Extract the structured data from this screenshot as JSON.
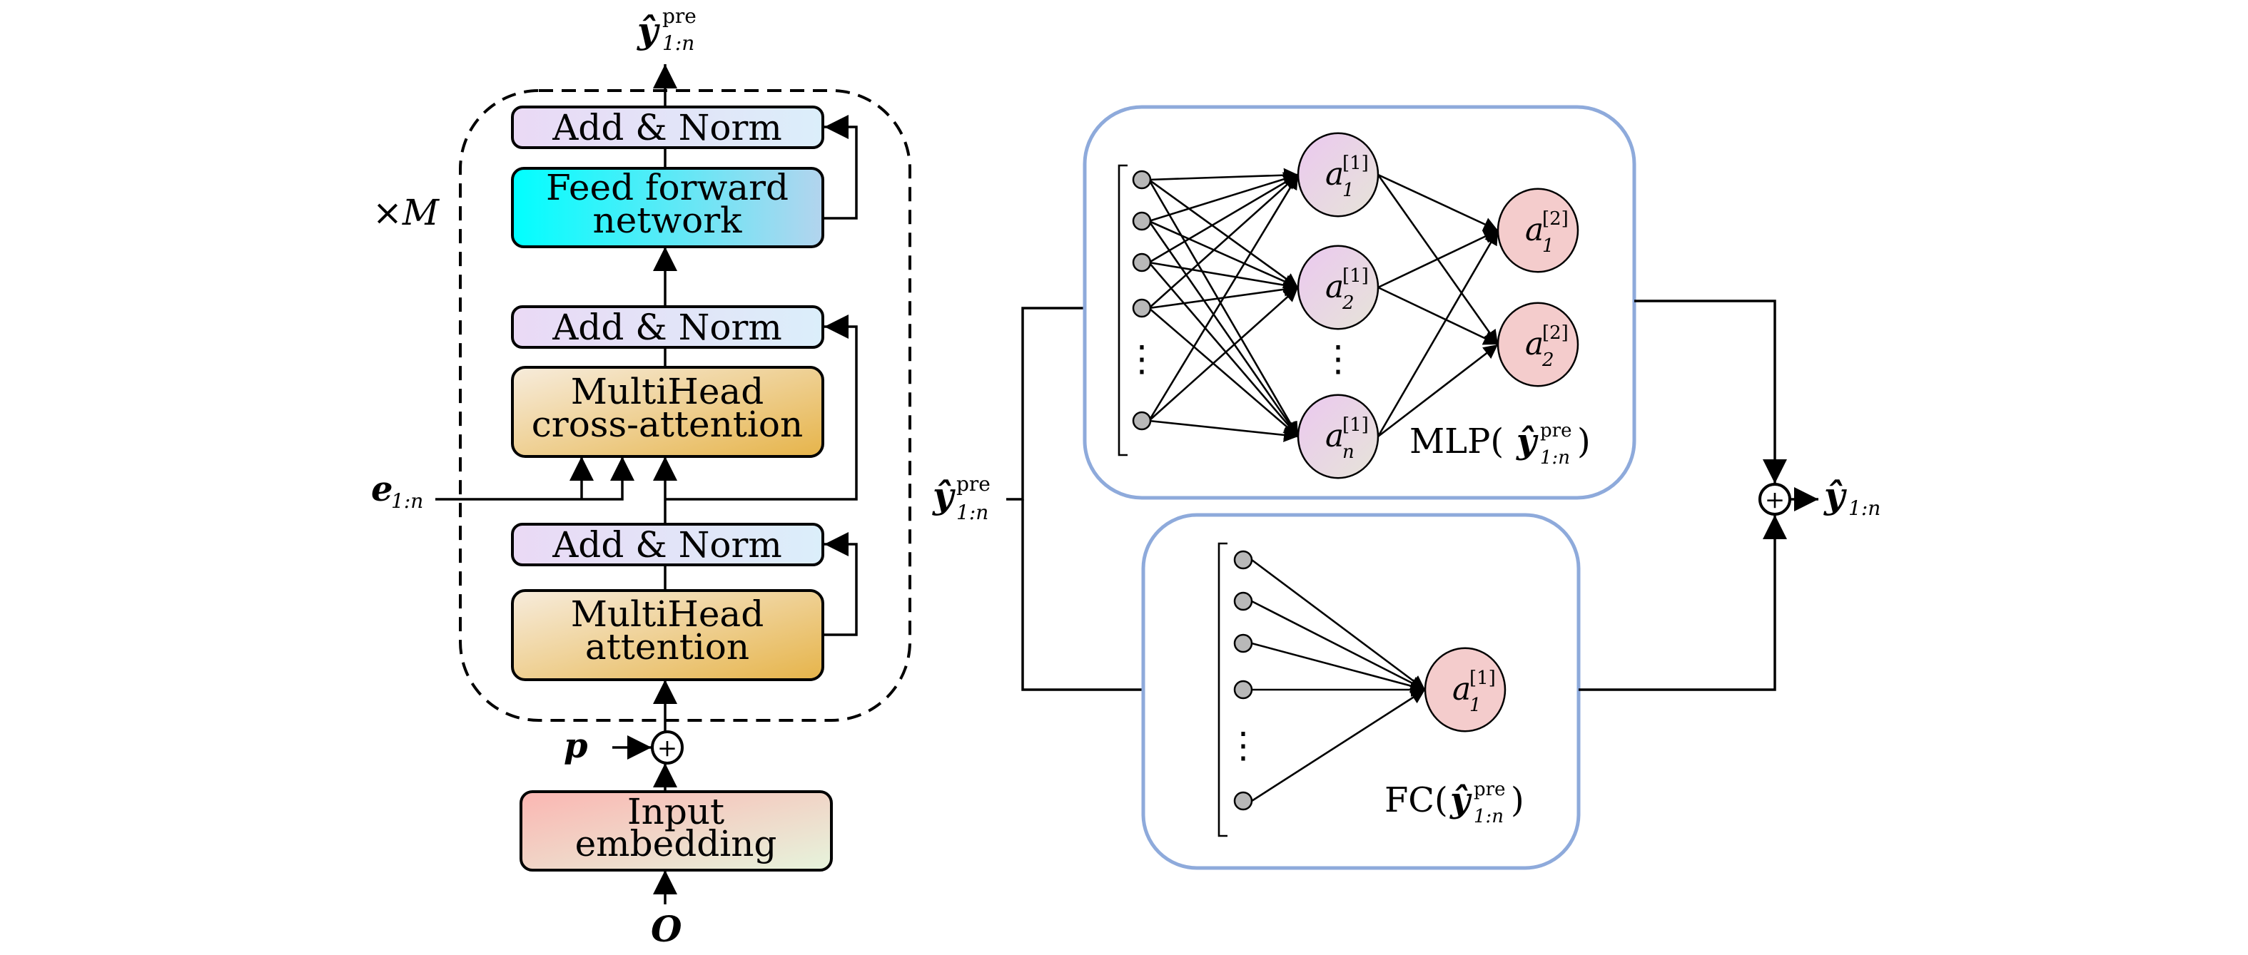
{
  "transformer": {
    "output_label": {
      "base": "ŷ",
      "sup": "pre",
      "sub": "1:n"
    },
    "repeat_label": "×M",
    "blocks": {
      "add_norm_top": "Add & Norm",
      "ffn_line1": "Feed forward",
      "ffn_line2": "network",
      "add_norm_mid": "Add & Norm",
      "cross_line1": "MultiHead",
      "cross_line2": "cross-attention",
      "add_norm_bot": "Add & Norm",
      "attn_line1": "MultiHead",
      "attn_line2": "attention",
      "embed_line1": "Input",
      "embed_line2": "embedding"
    },
    "encoder_input": {
      "base": "e",
      "sub": "1:n"
    },
    "positional": "p",
    "input": "O"
  },
  "head_input": {
    "base": "ŷ",
    "sup": "pre",
    "sub": "1:n"
  },
  "mlp": {
    "caption_prefix": "MLP(",
    "caption_suffix": ")",
    "hidden_nodes": [
      {
        "base": "a",
        "sup": "[1]",
        "sub": "1"
      },
      {
        "base": "a",
        "sup": "[1]",
        "sub": "2"
      },
      {
        "base": "a",
        "sup": "[1]",
        "sub": "n"
      }
    ],
    "output_nodes": [
      {
        "base": "a",
        "sup": "[2]",
        "sub": "1"
      },
      {
        "base": "a",
        "sup": "[2]",
        "sub": "2"
      }
    ],
    "ellipsis": "⋮"
  },
  "fc": {
    "caption_prefix": "FC(",
    "caption_suffix": ")",
    "output_node": {
      "base": "a",
      "sup": "[1]",
      "sub": "1"
    },
    "ellipsis": "⋮"
  },
  "sum_symbol": "+",
  "final_output": {
    "base": "ŷ",
    "sub": "1:n"
  },
  "colors": {
    "mlp_border": "#8eaadb",
    "add_norm_start": "#ead9f5",
    "add_norm_end": "#dbeefa",
    "ffn_start": "#00ffff",
    "ffn_end": "#b3d4ee",
    "attn_start": "#f7ecdc",
    "attn_end": "#e6b44a",
    "embed_start": "#fbb6b2",
    "embed_end": "#e6f4dc",
    "hidden_node_start": "#ebc8f0",
    "hidden_node_end": "#e6e4d8",
    "output_node": "#f4cccc",
    "input_node": "#b8b8b8"
  }
}
